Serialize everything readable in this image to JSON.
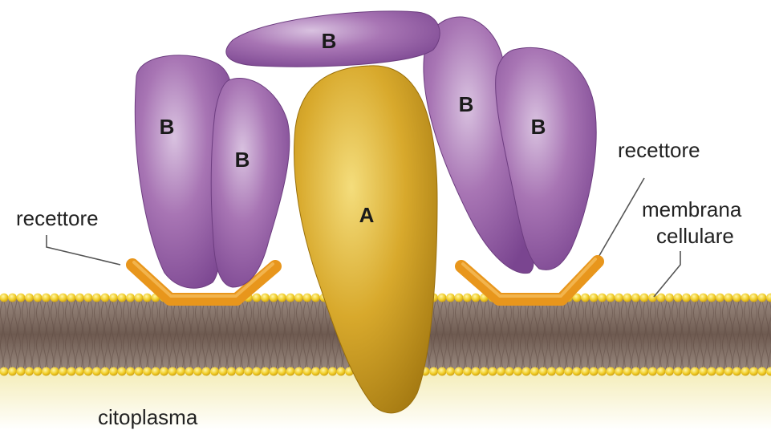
{
  "labels": {
    "receptor_left": "recettore",
    "receptor_right": "recettore",
    "membrane_line1": "membrana",
    "membrane_line2": "cellulare",
    "cytoplasm": "citoplasma"
  },
  "subunits": {
    "a": "A",
    "b_top": "B",
    "b_left_outer": "B",
    "b_left_inner": "B",
    "b_right_inner": "B",
    "b_right_outer": "B"
  },
  "colors": {
    "subunit_b": "#9a62a8",
    "subunit_a": "#d2a22c",
    "receptor": "#e69a2a",
    "lipid_head": "#f0cf2c",
    "lipid_tail": "#8a7466",
    "cytoplasm": "#fbf6d2"
  }
}
